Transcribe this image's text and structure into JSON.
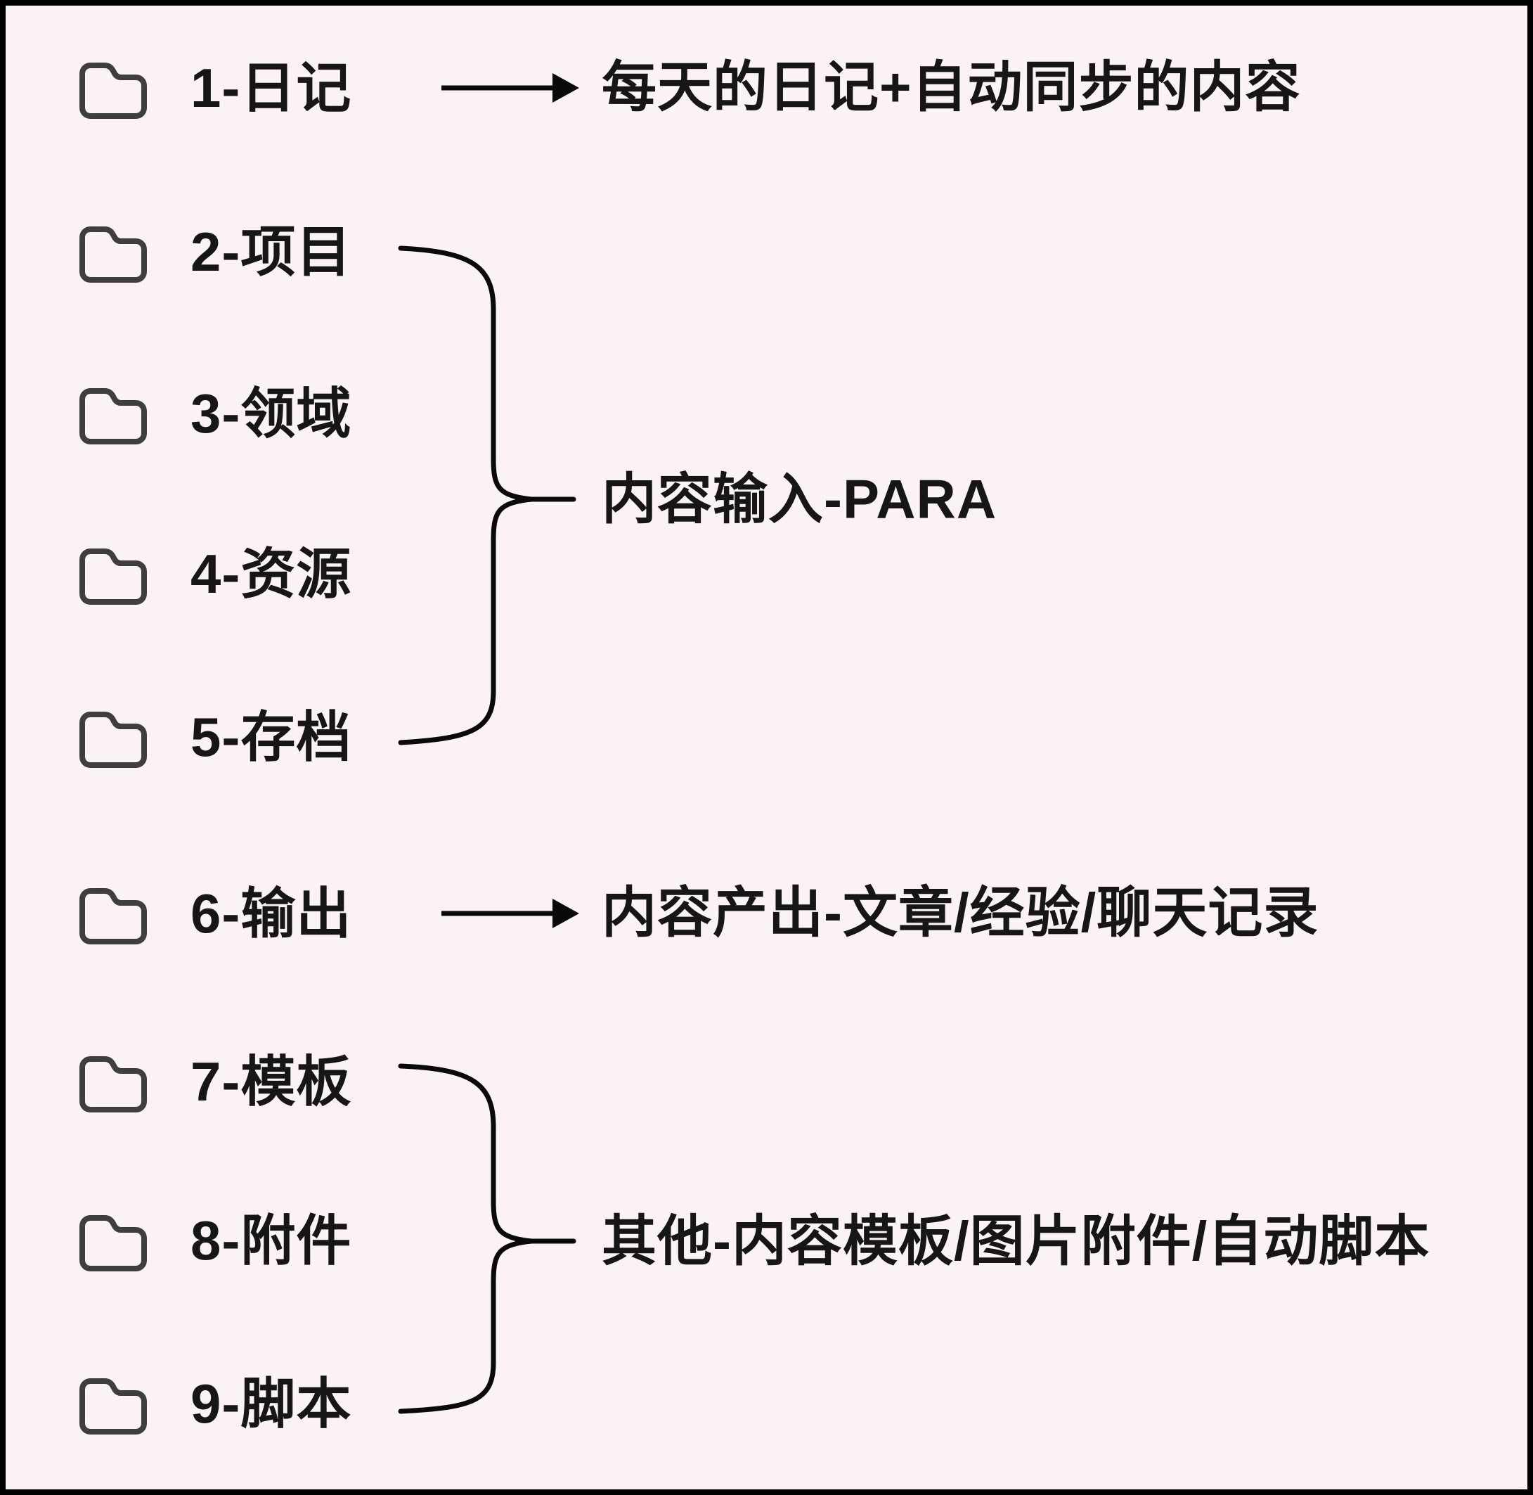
{
  "diagram": {
    "folders": [
      {
        "label": "1-日记"
      },
      {
        "label": "2-项目"
      },
      {
        "label": "3-领域"
      },
      {
        "label": "4-资源"
      },
      {
        "label": "5-存档"
      },
      {
        "label": "6-输出"
      },
      {
        "label": "7-模板"
      },
      {
        "label": "8-附件"
      },
      {
        "label": "9-脚本"
      }
    ],
    "annotations": [
      {
        "text": "每天的日记+自动同步的内容"
      },
      {
        "text": "内容输入-PARA"
      },
      {
        "text": "内容产出-文章/经验/聊天记录"
      },
      {
        "text": "其他-内容模板/图片附件/自动脚本"
      }
    ],
    "colors": {
      "background": "#fbf2f4",
      "frame_border": "#000000",
      "text": "#161616",
      "folder_icon": "#3e3e3e",
      "connector_line": "#0a0a0a"
    }
  }
}
